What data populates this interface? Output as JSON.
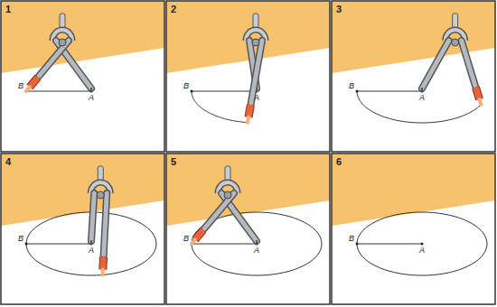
{
  "diagram": {
    "labels": [
      "1",
      "B",
      "A",
      "2",
      "B",
      "A",
      "3",
      "B",
      "A",
      "4",
      "B",
      "A",
      "5",
      "B",
      "A",
      "6",
      "B",
      "A"
    ]
  }
}
